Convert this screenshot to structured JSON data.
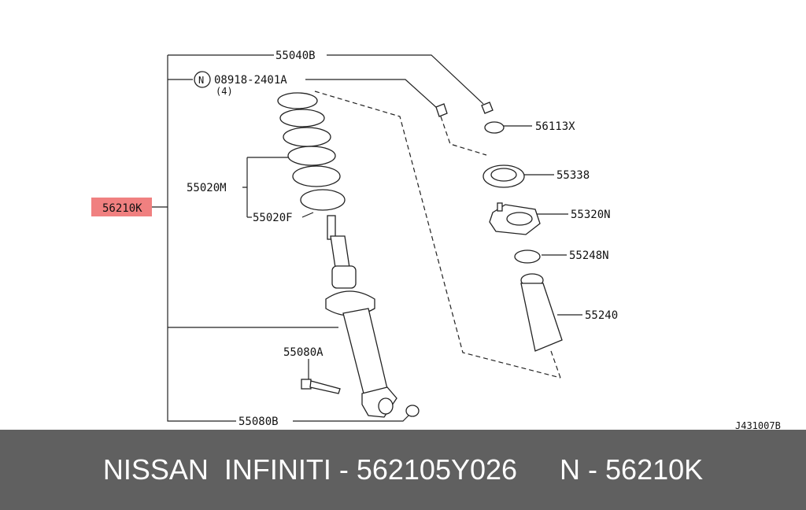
{
  "diagram": {
    "highlight_color": "#f08080",
    "labels": {
      "main": "56210K",
      "p55040B": "55040B",
      "p08918": "08918-2401A",
      "qty": "(4)",
      "n_mark": "N",
      "p55020M": "55020M",
      "p55020F": "55020F",
      "p56113X": "56113X",
      "p55338": "55338",
      "p55320N": "55320N",
      "p55248N": "55248N",
      "p55240": "55240",
      "p55080A": "55080A",
      "p55080B": "55080B",
      "ref": "J431007B"
    }
  },
  "footer": {
    "brand": "NISSAN  INFINITI - 562105Y026",
    "code": "N - 56210K",
    "bg_color": "#606060"
  }
}
